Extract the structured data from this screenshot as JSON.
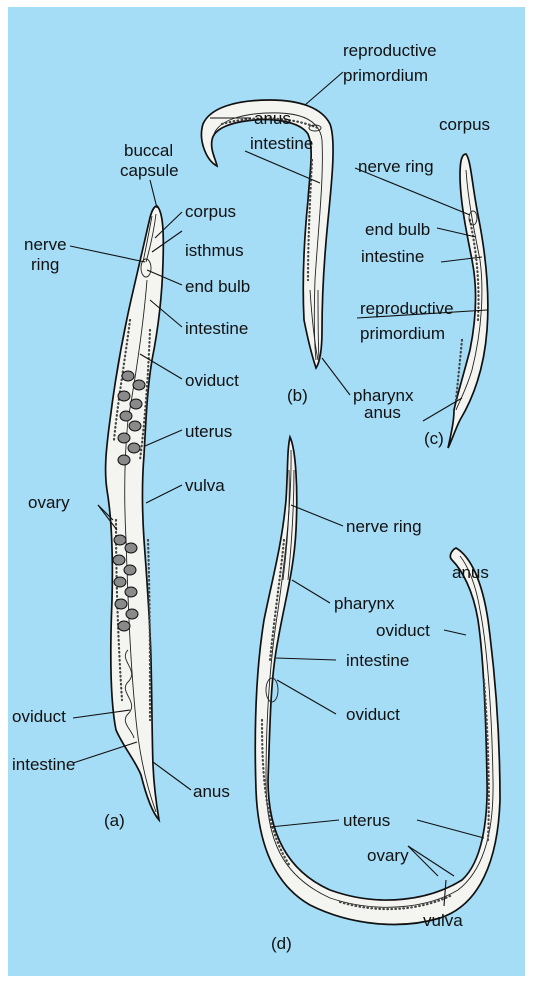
{
  "colors": {
    "background": "#a5dcf6",
    "worm_fill": "#f4f4f1",
    "outline": "#111111"
  },
  "figure_a": {
    "tag": "(a)",
    "labels": {
      "buccal_capsule_1": "buccal",
      "buccal_capsule_2": "capsule",
      "corpus": "corpus",
      "nerve_ring_1": "nerve",
      "nerve_ring_2": "ring",
      "isthmus": "isthmus",
      "end_bulb": "end bulb",
      "intestine_top": "intestine",
      "oviduct_top": "oviduct",
      "uterus": "uterus",
      "vulva": "vulva",
      "ovary": "ovary",
      "oviduct_bottom": "oviduct",
      "intestine_bottom": "intestine",
      "anus": "anus"
    }
  },
  "figure_b": {
    "tag": "(b)",
    "labels": {
      "reproductive_primordium_1": "reproductive",
      "reproductive_primordium_2": "primordium",
      "anus": "anus",
      "intestine": "intestine",
      "pharynx": "pharynx"
    }
  },
  "figure_c": {
    "tag": "(c)",
    "labels": {
      "corpus": "corpus",
      "nerve_ring": "nerve ring",
      "end_bulb": "end bulb",
      "intestine": "intestine",
      "reproductive_primordium_1": "reproductive",
      "reproductive_primordium_2": "primordium",
      "anus": "anus"
    }
  },
  "figure_d": {
    "tag": "(d)",
    "labels": {
      "nerve_ring": "nerve ring",
      "pharynx": "pharynx",
      "anus": "anus",
      "oviduct_right": "oviduct",
      "intestine": "intestine",
      "oviduct_left": "oviduct",
      "uterus": "uterus",
      "ovary": "ovary",
      "vulva": "vulva"
    }
  }
}
